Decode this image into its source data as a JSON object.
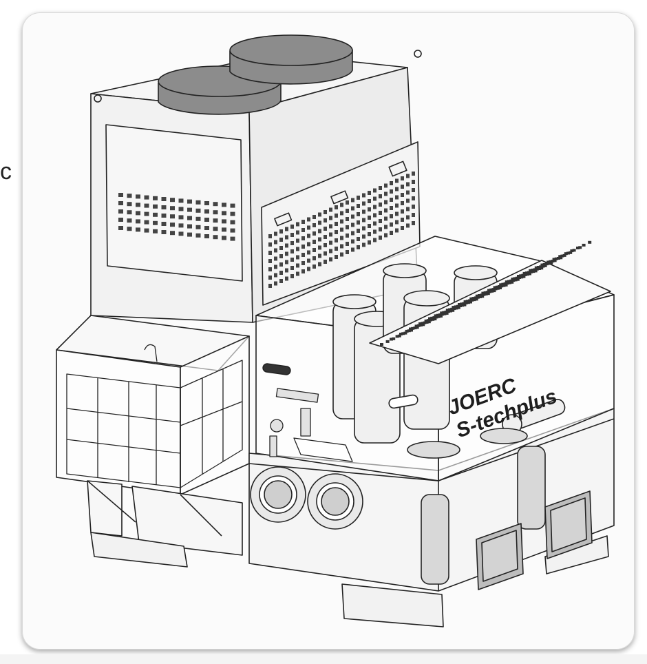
{
  "edge_text": "c",
  "brand": {
    "line1": "JOERC",
    "line2": "S-techplus"
  },
  "colors": {
    "line": "#222222",
    "panel": "#f2f2f2",
    "fan": "#8c8c8c",
    "glass": "#ffffff"
  }
}
